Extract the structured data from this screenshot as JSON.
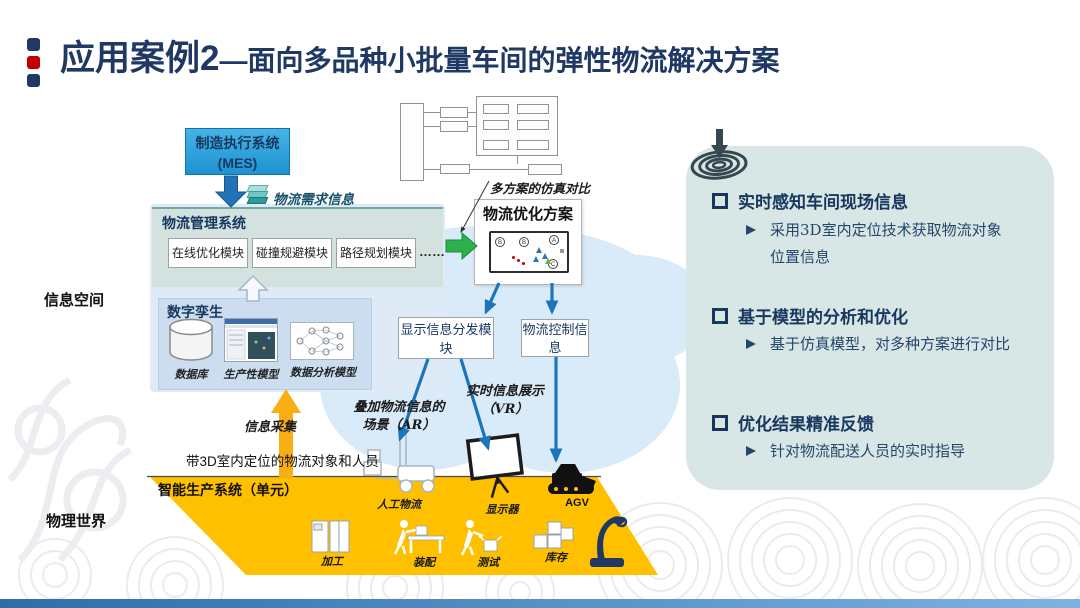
{
  "header": {
    "title_strong": "应用案例2",
    "title_rest": "—面向多品种小批量车间的弹性物流解决方案"
  },
  "left_labels": {
    "info_space": "信息空间",
    "physical_world": "物理世界"
  },
  "mes": {
    "line1": "制造执行系统",
    "line2": "(MES)"
  },
  "demand_label": "物流需求信息",
  "lms": {
    "title": "物流管理系统",
    "modules": [
      "在线优化模块",
      "碰撞规避模块",
      "路径规划模块"
    ],
    "more": "……"
  },
  "twin": {
    "title": "数字孪生",
    "items": [
      {
        "label": "数据库"
      },
      {
        "label": "生产性模型"
      },
      {
        "label": "数据分析模型"
      }
    ]
  },
  "optimization": {
    "title": "物流优化方案",
    "markers": [
      "B",
      "B",
      "A",
      "C"
    ]
  },
  "sim_compare_label": "多方案的仿真对比",
  "mid_boxes": {
    "display_module": "显示信息分发模块",
    "control_info": "物流控制信息"
  },
  "flow_labels": {
    "collect": "信息采集",
    "ar_line1": "叠加物流信息的",
    "ar_line2": "场景（AR）",
    "vr_line1": "实时信息展示",
    "vr_line2": "（VR）",
    "positioning": "带3D室内定位的物流对象和人员"
  },
  "floor": {
    "title": "智能生产系统（单元）",
    "logistics": [
      {
        "label": "人工物流"
      },
      {
        "label": "显示器"
      },
      {
        "label": "AGV"
      }
    ],
    "machines": [
      {
        "label": "加工"
      },
      {
        "label": "装配"
      },
      {
        "label": "测试"
      },
      {
        "label": "库存"
      }
    ]
  },
  "panel": {
    "items": [
      {
        "heading": "实时感知车间现场信息",
        "sub": "采用3D室内定位技术获取物流对象位置信息"
      },
      {
        "heading": "基于模型的分析和优化",
        "sub": "基于仿真模型，对多种方案进行对比"
      },
      {
        "heading": "优化结果精准反馈",
        "sub": "针对物流配送人员的实时指导"
      }
    ]
  },
  "colors": {
    "title_navy": "#1F3864",
    "accent_red": "#C00000",
    "mes_blue": "#2BA7E0",
    "arrow_blue": "#1B75BC",
    "arrow_green": "#2BB24C",
    "arrow_yellow": "#F9AE13",
    "floor_yellow": "#FFC000",
    "panel_bg": "#D8E7E5",
    "cloud_blue": "#D9EAF8"
  }
}
